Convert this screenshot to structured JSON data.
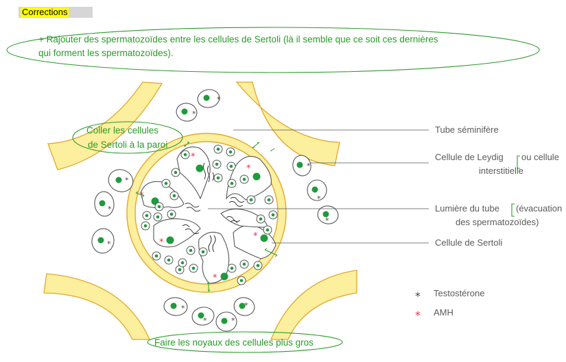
{
  "header": {
    "title": "Corrections"
  },
  "notes": {
    "main_line1": "+ Rajouter des spermatozoïdes entre les cellules de Sertoli (là il semble que ce soit ces dernières",
    "main_line2": "qui forment les spermatozoïdes).",
    "wall_line1": "Coller les cellules",
    "wall_line2": "de Sertoli à la paroi",
    "nuclei": "Faire les noyaux des cellules plus gros"
  },
  "labels": {
    "tube": "Tube séminifère",
    "leydig_line1": "Cellule de Leydig",
    "leydig_or": "ou cellule",
    "leydig_line2": "interstitielle",
    "lumen_line1": "Lumière du tube",
    "lumen_paren": "(évacuation",
    "lumen_line2": "des spermatozoïdes)",
    "sertoli": "Cellule de Sertoli"
  },
  "legend": {
    "testosterone": {
      "label": "Testostérone",
      "symbol": "*",
      "color": "#444444"
    },
    "amh": {
      "label": "AMH",
      "symbol": "*",
      "color": "#e8314a"
    }
  },
  "colors": {
    "annotation_green": "#2a9a2a",
    "nucleus_green": "#1f9a3c",
    "tube_yellow": "#fcef9e",
    "tube_outline": "#e0a82a",
    "cell_outline": "#555555"
  }
}
